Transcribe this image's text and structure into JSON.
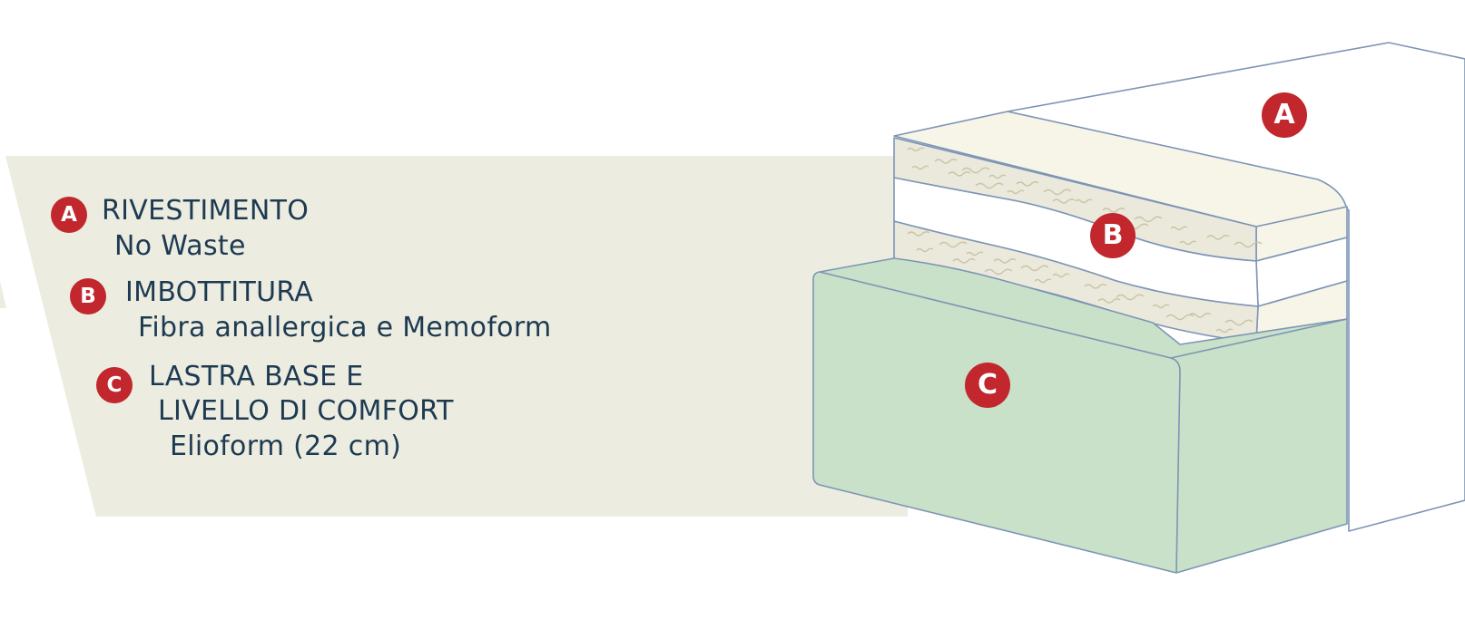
{
  "colors": {
    "badge": "#c1272d",
    "text": "#1e3a52",
    "panel": "#ecede0",
    "foam": "#c8e1c8",
    "cover": "#f7f5e8",
    "fiber": "#ebe9dc",
    "outline": "#7d95b5"
  },
  "legend": {
    "items": [
      {
        "badge": "A",
        "title": "RIVESTIMENTO",
        "detail": "No Waste"
      },
      {
        "badge": "B",
        "title": "IMBOTTITURA",
        "detail": "Fibra anallergica e Memoform"
      },
      {
        "badge": "C",
        "title_line1": "LASTRA BASE E",
        "title_line2": "LIVELLO DI COMFORT",
        "detail": "Elioform (22 cm)"
      }
    ]
  },
  "diagram": {
    "labels": {
      "cover": "A",
      "padding": "B",
      "base": "C"
    }
  }
}
